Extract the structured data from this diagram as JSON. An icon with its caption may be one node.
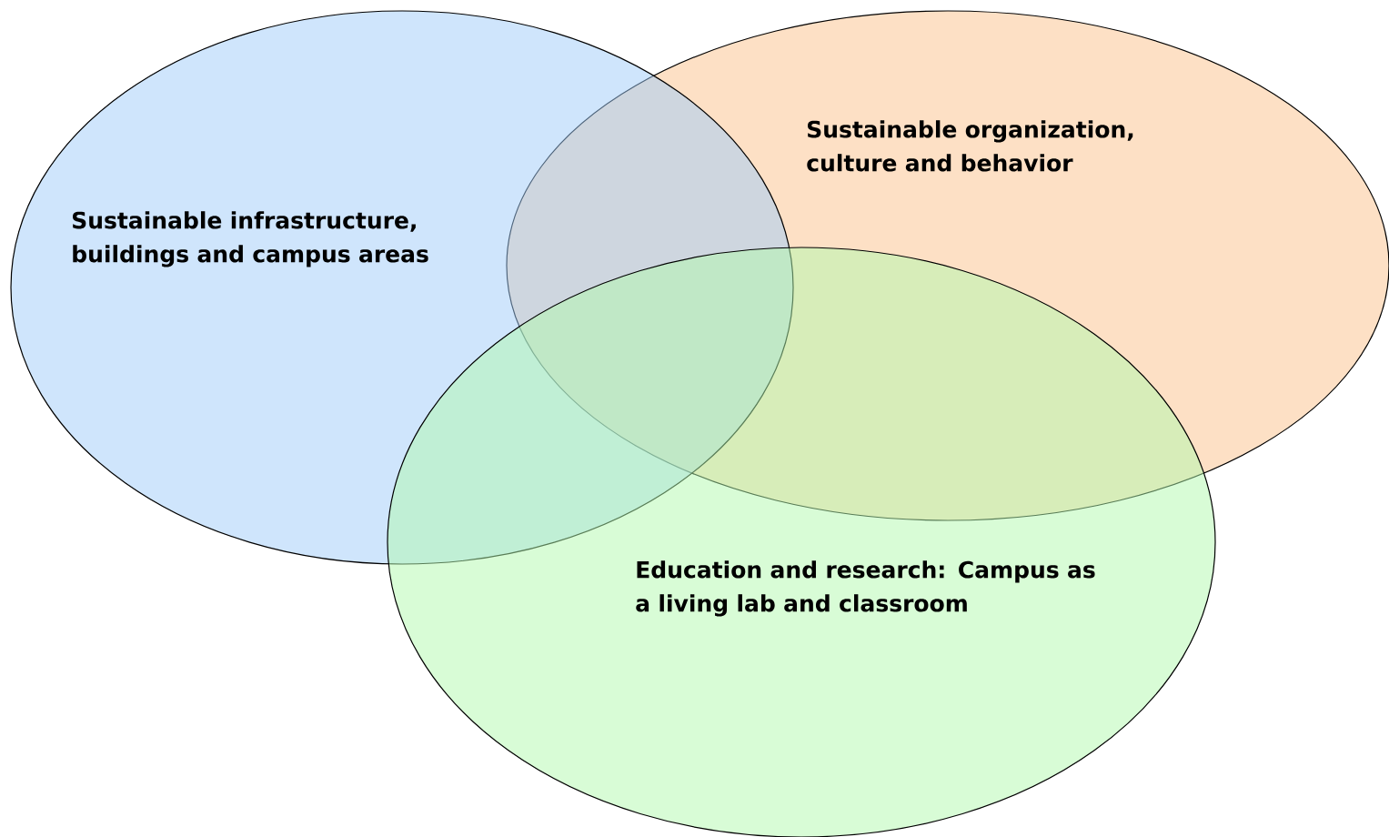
{
  "diagram": {
    "nodes": [
      {
        "text": [
          "Sustainable infrastructure, buildings and campus areas"
        ]
      },
      {
        "text": [
          "Sustainable organization, culture and behavior"
        ]
      },
      {
        "text": [
          "Education and research: Campus as a living lab and classroom"
        ]
      }
    ]
  }
}
